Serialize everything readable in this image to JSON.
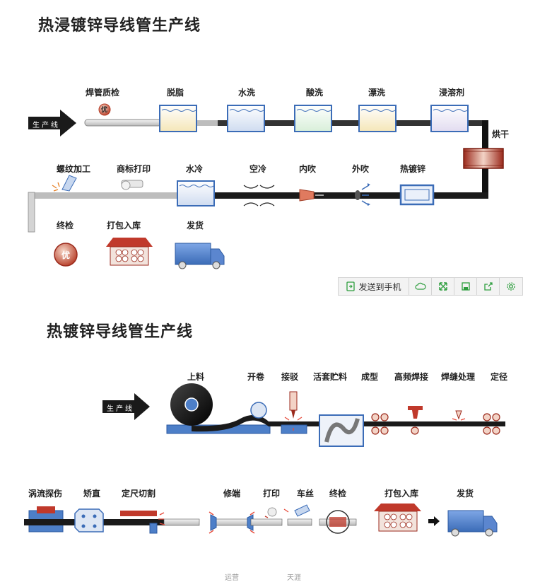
{
  "section1": {
    "title": "热浸镀锌导线管生产线",
    "arrow_label": "生产线",
    "stations": [
      "焊管质检",
      "脱脂",
      "水洗",
      "酸洗",
      "漂洗",
      "浸溶剂",
      "烘干",
      "热镀锌",
      "外吹",
      "内吹",
      "空冷",
      "水冷",
      "商标打印",
      "螺纹加工",
      "终检",
      "打包入库",
      "发货"
    ],
    "badge": "优"
  },
  "toolbar": {
    "send_label": "发送到手机",
    "icons": [
      "send-phone-icon",
      "cloud-icon",
      "expand-icon",
      "save-icon",
      "share-icon",
      "settings-icon"
    ]
  },
  "section2": {
    "title": "热镀锌导线管生产线",
    "arrow_label": "生产线",
    "stations_top": [
      "上料",
      "开卷",
      "接驳",
      "活套贮料",
      "成型",
      "高频焊接",
      "焊缝处理",
      "定径"
    ],
    "stations_bottom": [
      "涡流探伤",
      "矫直",
      "定尺切割",
      "修端",
      "打印",
      "车丝",
      "终检",
      "打包入库",
      "发货"
    ]
  },
  "footer": {
    "left": "运营",
    "right": "天涯"
  },
  "colors": {
    "pipe": "#1a1a1a",
    "blue": "#3b6cb7",
    "red": "#c0392b",
    "tank": "#dfe9f7",
    "toolbar_icon": "#2e9e3e"
  }
}
